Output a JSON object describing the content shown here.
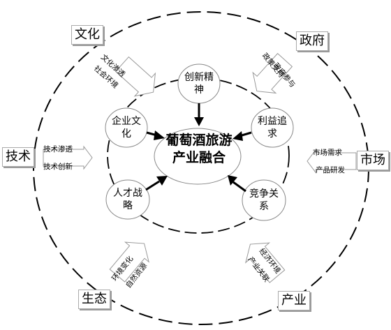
{
  "center": {
    "line1": "葡萄酒旅游",
    "line2": "产业融合"
  },
  "factors": {
    "culture": "文化",
    "government": "政府",
    "technology": "技术",
    "market": "市场",
    "ecology": "生态",
    "industry": "产业"
  },
  "inner_nodes": {
    "innovation": {
      "line1": "创新精",
      "line2": "神"
    },
    "corporate_culture": {
      "line1": "企业文",
      "line2": "化"
    },
    "interest": {
      "line1": "利益追",
      "line2": "求"
    },
    "talent": {
      "line1": "人才战",
      "line2": "略"
    },
    "competition": {
      "line1": "竞争关",
      "line2": "系"
    }
  },
  "flows": {
    "culture_a": "文化渗透",
    "culture_b": "社会环境",
    "gov_a": "政策支持",
    "gov_b": "政府参与",
    "tech_a": "技术渗透",
    "tech_b": "技术创新",
    "market_a": "市场需求",
    "market_b": "产品研发",
    "eco_a": "环境变化",
    "eco_b": "自然资源",
    "ind_a": "经济环境",
    "ind_b": "产业关联"
  }
}
